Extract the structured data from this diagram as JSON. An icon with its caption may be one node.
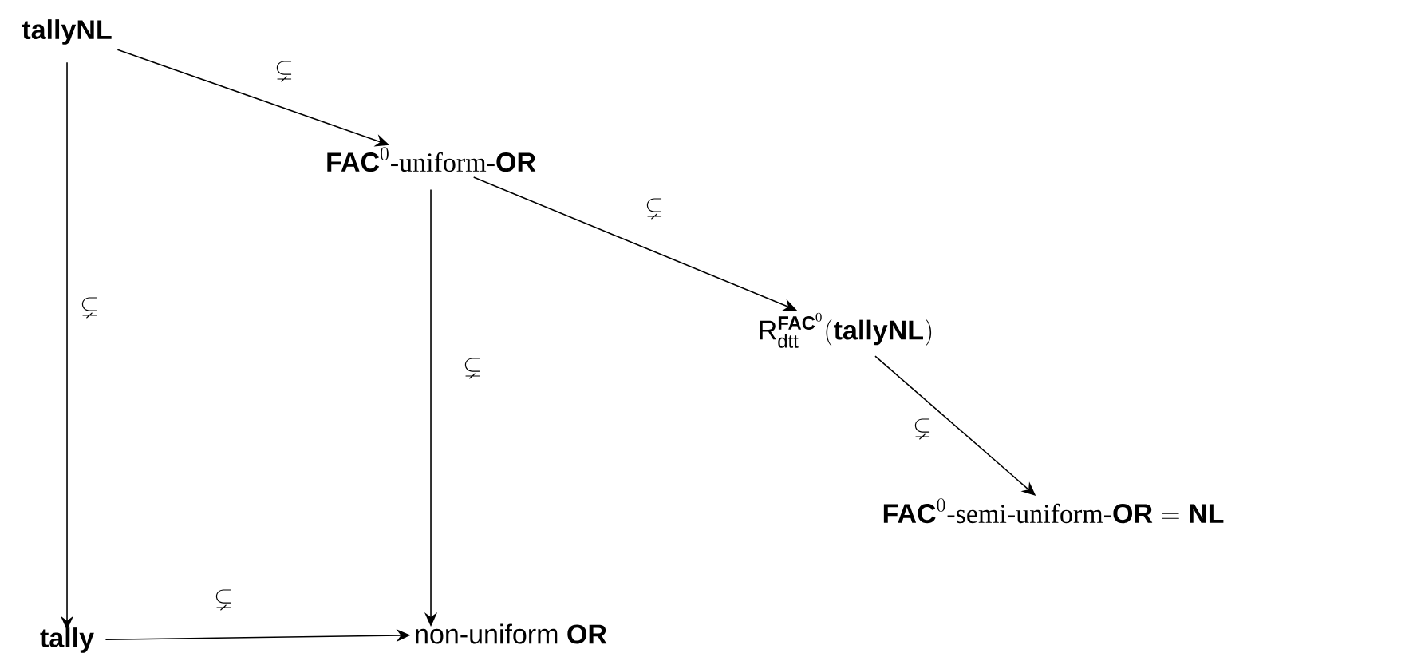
{
  "diagram": {
    "nodes": [
      {
        "text": [
          "tallyNL"
        ]
      },
      {
        "text": [
          "\\textsf{\\textbf{FAC}}^0\\text{-uniform-}\\textsf{\\textbf{OR}}"
        ]
      },
      {
        "text": [
          "\\mathsf{R}_{\\mathsf{dtt}}^{\\textsf{\\textbf{FAC}}^0}(\\textsf{\\textbf{tallyNL}})"
        ]
      },
      {
        "text": [
          "\\textsf{\\textbf{FAC}}^0\\text{-semi-uniform-}\\textsf{\\textbf{OR}} = \\textsf{\\textbf{NL}}"
        ]
      },
      {
        "text": [
          "tally"
        ]
      },
      {
        "text": [
          "non-uniform **OR**"
        ]
      }
    ],
    "edges": [
      {
        "from": 0,
        "to": 1,
        "arrow": "to",
        "label": "\\subsetneq"
      },
      {
        "from": 0,
        "to": 4,
        "arrow": "to",
        "label": "\\subsetneq"
      },
      {
        "from": 1,
        "to": 2,
        "arrow": "to",
        "label": "\\subsetneq"
      },
      {
        "from": 1,
        "to": 5,
        "arrow": "to",
        "label": "\\subsetneq"
      },
      {
        "from": 2,
        "to": 3,
        "arrow": "to",
        "label": "\\subsetneq"
      },
      {
        "from": 4,
        "to": 5,
        "arrow": "to",
        "label": "\\subsetneq"
      }
    ]
  }
}
